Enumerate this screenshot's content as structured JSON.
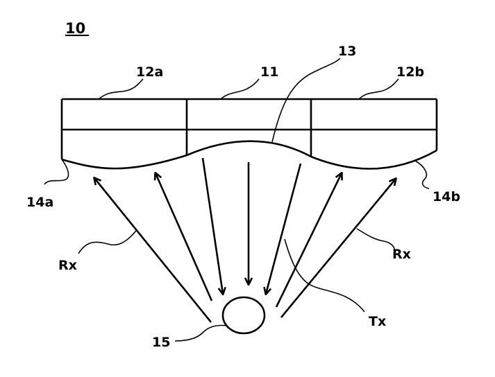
{
  "figure": {
    "number": "10",
    "labels": {
      "plate_left": "12a",
      "plate_center": "11",
      "convex_surface": "13",
      "plate_right": "12b",
      "concave_left": "14a",
      "concave_right": "14b",
      "receive_left": "Rx",
      "receive_right": "Rx",
      "transmit": "Tx",
      "transducer": "15"
    }
  }
}
